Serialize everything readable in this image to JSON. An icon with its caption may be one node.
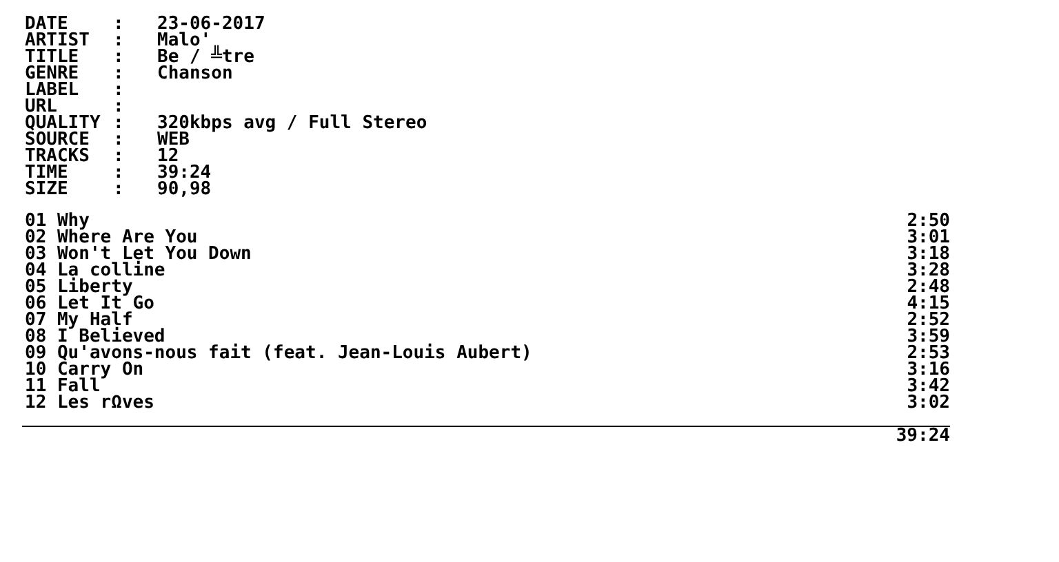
{
  "diagram": {
    "labels": [
      "DATE",
      ":",
      "23-06-2017",
      "ARTIST",
      ":",
      "Malo'",
      "TITLE",
      ":",
      "Be / ╩tre",
      "GENRE",
      ":",
      "Chanson",
      "LABEL",
      ":",
      "URL",
      ":",
      "QUALITY",
      ":",
      "320kbps avg / Full Stereo",
      "SOURCE",
      ":",
      "WEB",
      "TRACKS",
      ":",
      "12",
      "TIME",
      ":",
      "39:24",
      "SIZE",
      ":",
      "90,98",
      "01 Why",
      "2:50",
      "02 Where Are You",
      "3:01",
      "03 Won't Let You Down",
      "3:18",
      "04 La colline",
      "3:28",
      "05 Liberty",
      "2:48",
      "06 Let It Go",
      "4:15",
      "07 My Half",
      "2:52",
      "08 I Believed",
      "3:59",
      "09 Qu'avons-nous fait (feat. Jean-Louis Aubert)",
      "2:53",
      "10 Carry On",
      "3:16",
      "11 Fall",
      "3:42",
      "12 Les rΩves",
      "3:02",
      "39:24"
    ]
  }
}
